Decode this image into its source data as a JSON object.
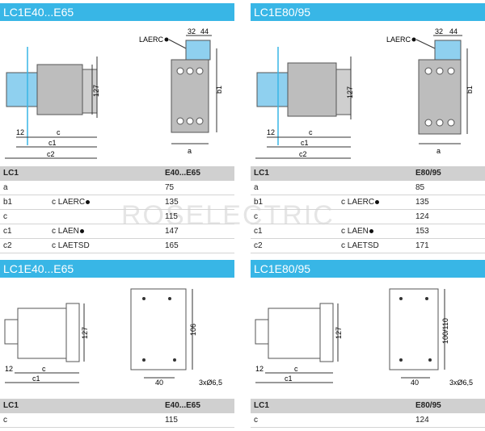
{
  "watermark": "ROSELECTRIC",
  "top_left": {
    "title": "LC1E40...E65",
    "drawing": {
      "laerc": "LAERC",
      "d32": "32",
      "d44": "44",
      "d127": "127",
      "b1": "b1",
      "a": "a",
      "d12": "12",
      "c": "c",
      "c1": "c1",
      "c2": "c2"
    },
    "table": {
      "header": [
        "LC1",
        "E40...E65"
      ],
      "rows": [
        {
          "k": "a",
          "note": "",
          "v": "75",
          "dot": false
        },
        {
          "k": "b1",
          "note": "c LAERC",
          "v": "135",
          "dot": true
        },
        {
          "k": "c",
          "note": "",
          "v": "115",
          "dot": false
        },
        {
          "k": "c1",
          "note": "c LAEN",
          "v": "147",
          "dot": true
        },
        {
          "k": "c2",
          "note": "c LAETSD",
          "v": "165",
          "dot": false
        }
      ]
    }
  },
  "top_right": {
    "title": "LC1E80/95",
    "drawing": {
      "laerc": "LAERC",
      "d32": "32",
      "d44": "44",
      "d127": "127",
      "b1": "b1",
      "a": "a",
      "d12": "12",
      "c": "c",
      "c1": "c1",
      "c2": "c2"
    },
    "table": {
      "header": [
        "LC1",
        "E80/95"
      ],
      "rows": [
        {
          "k": "a",
          "note": "",
          "v": "85",
          "dot": false
        },
        {
          "k": "b1",
          "note": "c LAERC",
          "v": "135",
          "dot": true
        },
        {
          "k": "c",
          "note": "",
          "v": "124",
          "dot": false
        },
        {
          "k": "c1",
          "note": "c LAEN",
          "v": "153",
          "dot": true
        },
        {
          "k": "c2",
          "note": "c LAETSD",
          "v": "171",
          "dot": false
        }
      ]
    }
  },
  "bottom_left": {
    "title": "LC1E40...E65",
    "drawing": {
      "d127": "127",
      "d12": "12",
      "c": "c",
      "c1": "c1",
      "h": "106",
      "d40": "40",
      "hole": "3xØ6,5"
    },
    "table": {
      "header": [
        "LC1",
        "E40...E65"
      ],
      "rows": [
        {
          "k": "c",
          "note": "",
          "v": "115",
          "dot": false
        }
      ]
    }
  },
  "bottom_right": {
    "title": "LC1E80/95",
    "drawing": {
      "d127": "127",
      "d12": "12",
      "c": "c",
      "c1": "c1",
      "h": "100/110",
      "d40": "40",
      "hole": "3xØ6,5"
    },
    "table": {
      "header": [
        "LC1",
        "E80/95"
      ],
      "rows": [
        {
          "k": "c",
          "note": "",
          "v": "124",
          "dot": false
        }
      ]
    }
  }
}
